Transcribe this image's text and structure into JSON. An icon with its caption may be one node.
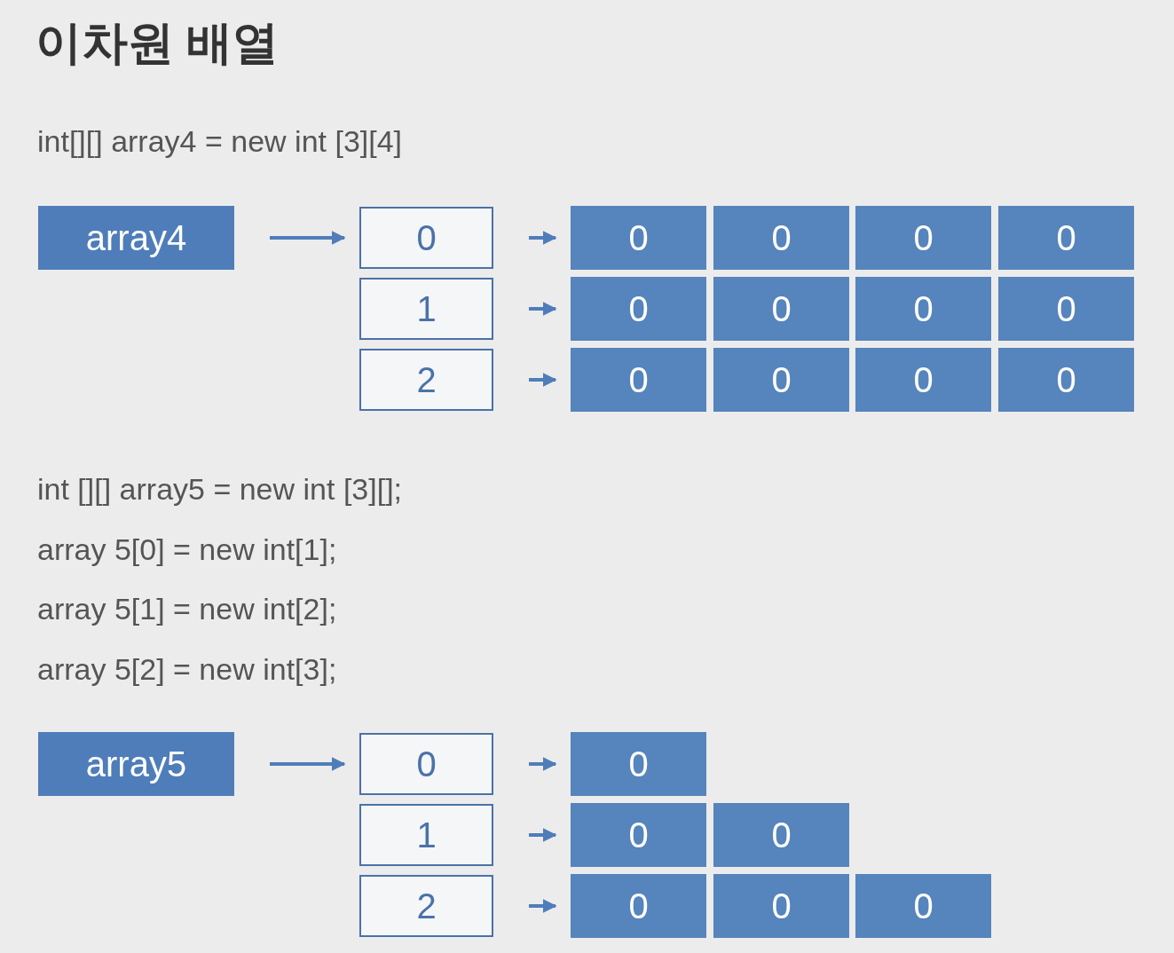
{
  "diagram": {
    "title": "이차원 배열",
    "nodes": [
      {
        "text": [
          "array4"
        ]
      },
      {
        "text": [
          "0"
        ]
      },
      {
        "text": [
          "1"
        ]
      },
      {
        "text": [
          "2"
        ]
      },
      {
        "text": [
          "0"
        ]
      },
      {
        "text": [
          "0"
        ]
      },
      {
        "text": [
          "0"
        ]
      },
      {
        "text": [
          "0"
        ]
      },
      {
        "text": [
          "0"
        ]
      },
      {
        "text": [
          "0"
        ]
      },
      {
        "text": [
          "0"
        ]
      },
      {
        "text": [
          "0"
        ]
      },
      {
        "text": [
          "0"
        ]
      },
      {
        "text": [
          "0"
        ]
      },
      {
        "text": [
          "0"
        ]
      },
      {
        "text": [
          "0"
        ]
      },
      {
        "text": [
          "array5"
        ]
      },
      {
        "text": [
          "0"
        ]
      },
      {
        "text": [
          "1"
        ]
      },
      {
        "text": [
          "2"
        ]
      },
      {
        "text": [
          "0"
        ]
      },
      {
        "text": [
          "0"
        ]
      },
      {
        "text": [
          "0"
        ]
      },
      {
        "text": [
          "0"
        ]
      },
      {
        "text": [
          "0"
        ]
      },
      {
        "text": [
          "0"
        ]
      }
    ],
    "edges": [
      {
        "from": 0,
        "to": 1,
        "arrow": "to"
      },
      {
        "from": 1,
        "to": 4,
        "arrow": "to"
      },
      {
        "from": 2,
        "to": 8,
        "arrow": "to"
      },
      {
        "from": 3,
        "to": 12,
        "arrow": "to"
      },
      {
        "from": 16,
        "to": 17,
        "arrow": "to"
      },
      {
        "from": 17,
        "to": 20,
        "arrow": "to"
      },
      {
        "from": 18,
        "to": 21,
        "arrow": "to"
      },
      {
        "from": 19,
        "to": 23,
        "arrow": "to"
      }
    ],
    "labels": [
      "int[][] array4 = new int [3][4]",
      "int [][] array5 = new int [3][];",
      "array 5[0] = new int[1];",
      "array 5[1] = new int[2];",
      "array 5[2] = new int[3];"
    ]
  }
}
